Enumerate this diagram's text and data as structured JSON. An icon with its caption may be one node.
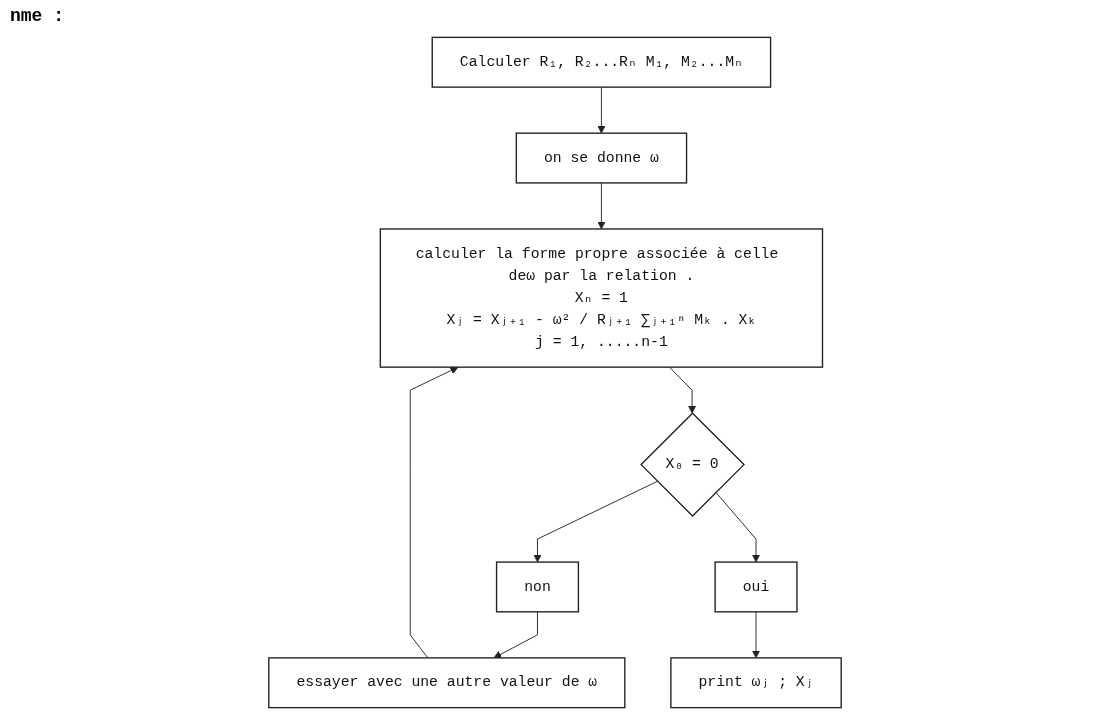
{
  "diagram": {
    "nodes": [
      {
        "text": [
          "Calculer R₁, R₂...Rₙ M₁, M₂...Mₙ"
        ]
      },
      {
        "text": [
          "on se donne ω"
        ]
      },
      {
        "text": [
          "calculer la forme propre associée à celle deω par la relation .",
          "Xₙ = 1",
          "Xⱼ = Xⱼ₊₁ - ω² / Rⱼ₊₁ ∑ⱼ₊₁ⁿ Mₖ . Xₖ",
          "j = 1, .....n-1"
        ]
      },
      {
        "text": [
          "X₀ = 0"
        ]
      },
      {
        "text": [
          "non"
        ]
      },
      {
        "text": [
          "essayer avec une autre valeur de ω"
        ]
      },
      {
        "text": [
          "oui"
        ]
      },
      {
        "text": [
          "print ωⱼ ; Xⱼ"
        ]
      }
    ],
    "edges": [
      {
        "from": 0,
        "to": 1,
        "arrow": "to"
      },
      {
        "from": 1,
        "to": 2,
        "arrow": "to"
      },
      {
        "from": 2,
        "to": 3,
        "arrow": "to"
      },
      {
        "from": 3,
        "to": 4,
        "arrow": "to"
      },
      {
        "from": 4,
        "to": 5,
        "arrow": "to"
      },
      {
        "from": 5,
        "to": 2,
        "arrow": "to"
      },
      {
        "from": 3,
        "to": 6,
        "arrow": "to"
      },
      {
        "from": 6,
        "to": 7,
        "arrow": "to"
      }
    ],
    "labels": [
      "nme :"
    ]
  }
}
